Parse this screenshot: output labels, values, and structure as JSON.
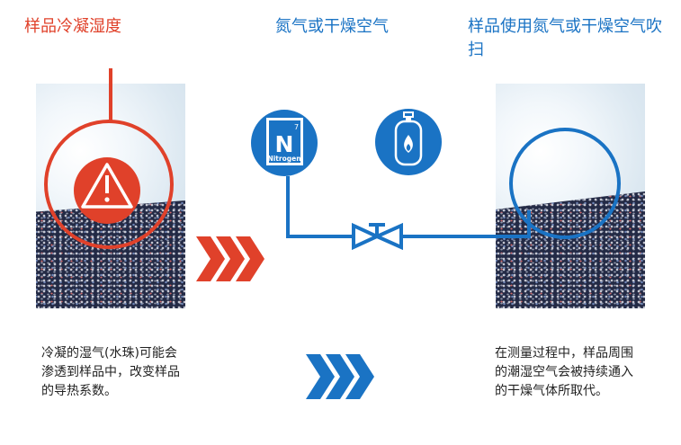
{
  "titles": {
    "left": "样品冷凝湿度",
    "middle": "氮气或干燥空气",
    "right": "样品使用氮气或干燥空气吹扫"
  },
  "descriptions": {
    "left": "冷凝的湿气(水珠)可能会渗透到样品中，改变样品的导热系数。",
    "right": "在测量过程中，样品周围的潮湿空气会被持续通入的干燥气体所取代。"
  },
  "nitrogen_icon": {
    "atomic_number": "7",
    "symbol": "N",
    "name": "Nitrogen"
  },
  "colors": {
    "red": "#e0412a",
    "blue": "#1a73c4"
  },
  "icons": [
    "warning-icon",
    "nitrogen-element-icon",
    "gas-cylinder-icon",
    "valve-icon",
    "chevron-arrow-icon"
  ]
}
